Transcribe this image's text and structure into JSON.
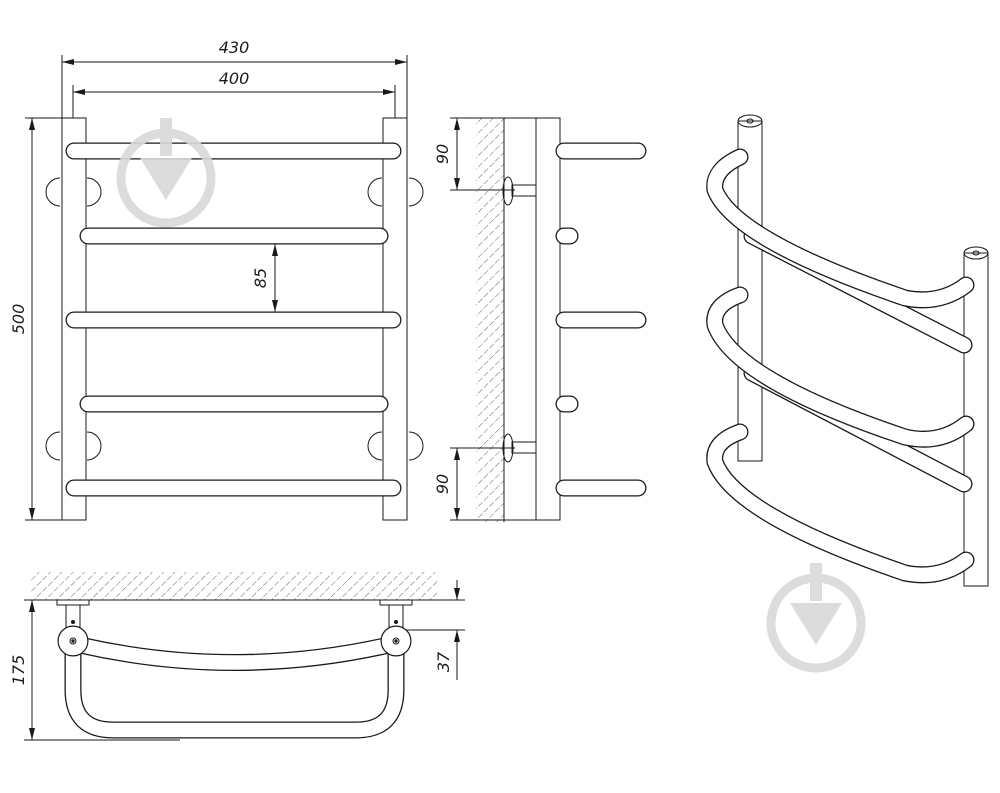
{
  "colors": {
    "line": "#1a1a1a",
    "background": "#ffffff",
    "hatch": "#555555",
    "watermark": "#d9d9d9"
  },
  "front_view": {
    "overall_width": "430",
    "inner_width": "400",
    "height": "500",
    "rail_spacing": "85"
  },
  "side_view": {
    "top_offset": "90",
    "bottom_offset": "90"
  },
  "top_view": {
    "depth": "175",
    "mount_offset": "37"
  },
  "watermark_icon": "download-arrow-icon"
}
